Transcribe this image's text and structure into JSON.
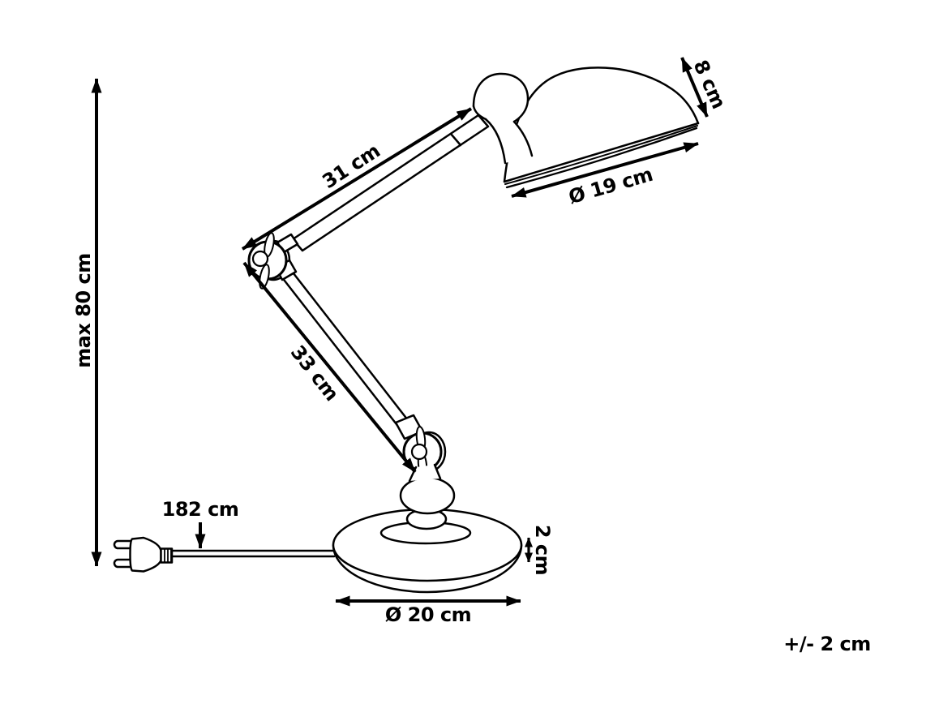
{
  "diagram": {
    "subject": "Adjustable swing-arm desk lamp — dimensional technical drawing",
    "background_color": "#ffffff",
    "line_color": "#000000",
    "labels": {
      "max_height": "max 80 cm",
      "upper_arm_length": "31 cm",
      "lower_arm_length": "33 cm",
      "shade_height": "8 cm",
      "shade_diameter": "Ø 19 cm",
      "cable_length": "182 cm",
      "base_height": "2 cm",
      "base_diameter": "Ø 20 cm",
      "tolerance": "+/- 2 cm"
    }
  }
}
